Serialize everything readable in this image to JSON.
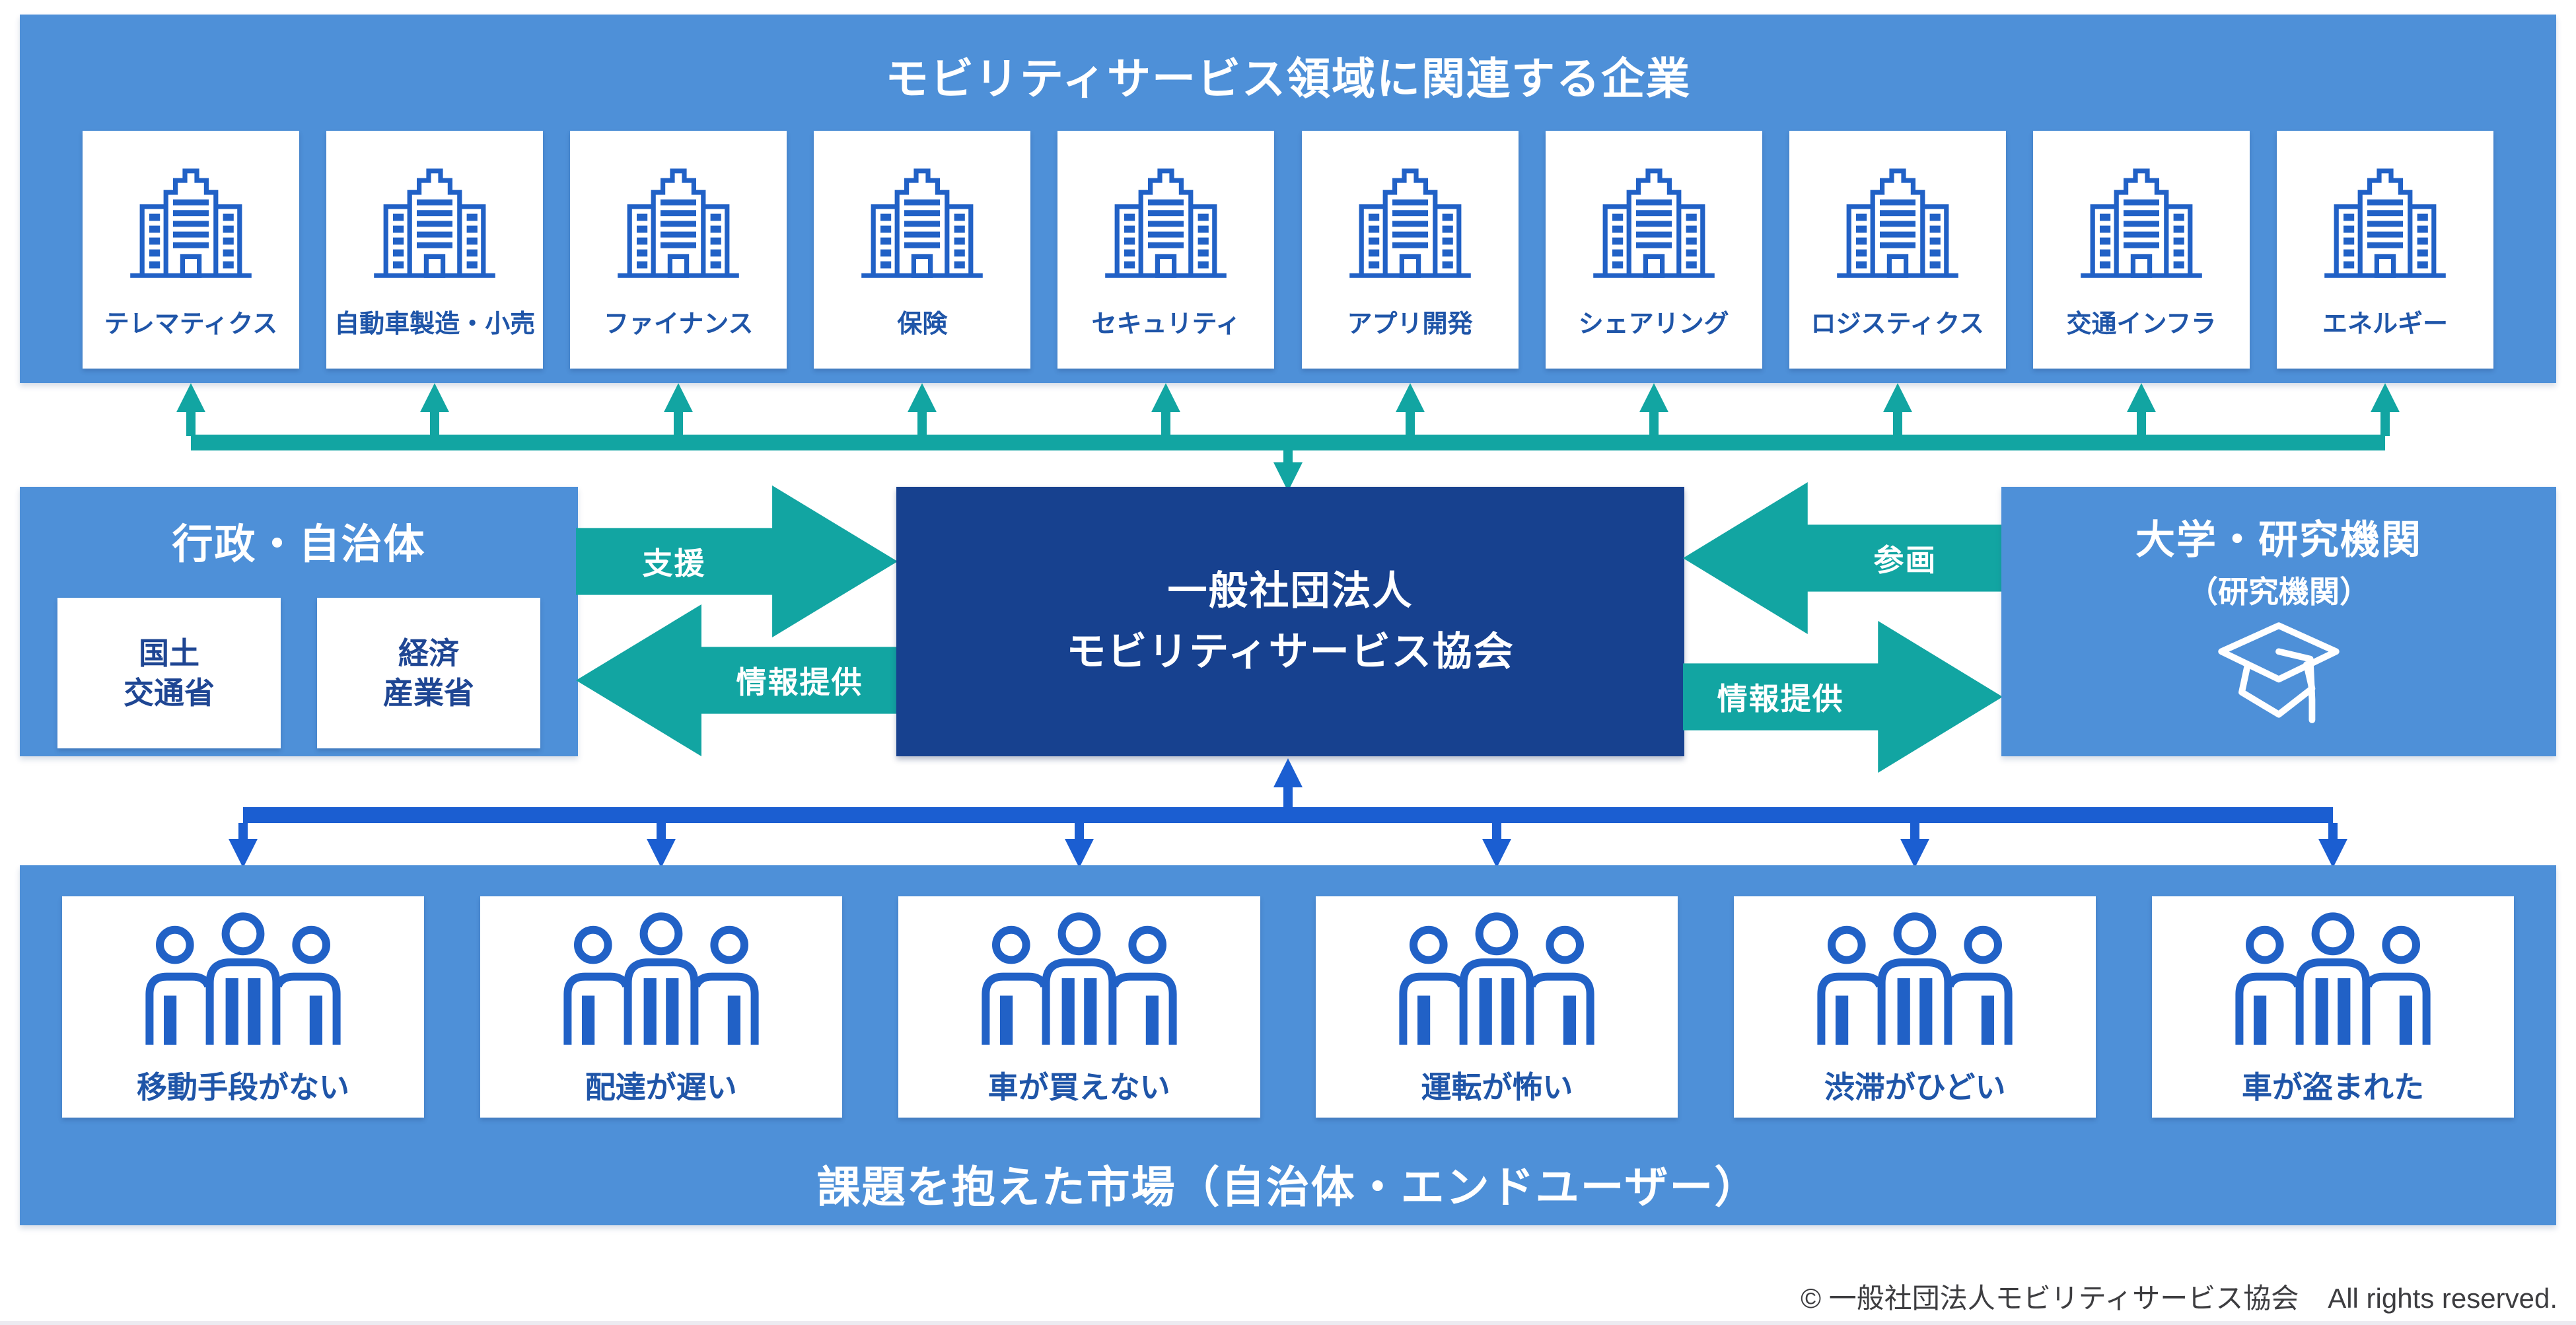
{
  "colors": {
    "band_blue": "#4E90D8",
    "navy": "#17418F",
    "teal": "#12A5A2",
    "arrow_blue": "#1B5ED1",
    "icon_blue": "#2161C6",
    "label_blue": "#1F55A8"
  },
  "top_band": {
    "title": "モビリティサービス領域に関連する企業",
    "companies": [
      "テレマティクス",
      "自動車製造・小売",
      "ファイナンス",
      "保険",
      "セキュリティ",
      "アプリ開発",
      "シェアリング",
      "ロジスティクス",
      "交通インフラ",
      "エネルギー"
    ]
  },
  "government": {
    "title": "行政・自治体",
    "ministries": [
      {
        "line1": "国土",
        "line2": "交通省"
      },
      {
        "line1": "経済",
        "line2": "産業省"
      }
    ]
  },
  "association": {
    "line1": "一般社団法人",
    "line2": "モビリティサービス協会"
  },
  "university": {
    "title": "大学・研究機関",
    "subtitle": "（研究機関）"
  },
  "arrows": {
    "support": "支援",
    "info_left": "情報提供",
    "participation": "参画",
    "info_right": "情報提供"
  },
  "market": {
    "title": "課題を抱えた市場（自治体・エンドユーザー）",
    "issues": [
      "移動手段がない",
      "配達が遅い",
      "車が買えない",
      "運転が怖い",
      "渋滞がひどい",
      "車が盗まれた"
    ]
  },
  "footer": {
    "copyright": "© 一般社団法人モビリティサービス協会",
    "rights": "All rights reserved."
  }
}
